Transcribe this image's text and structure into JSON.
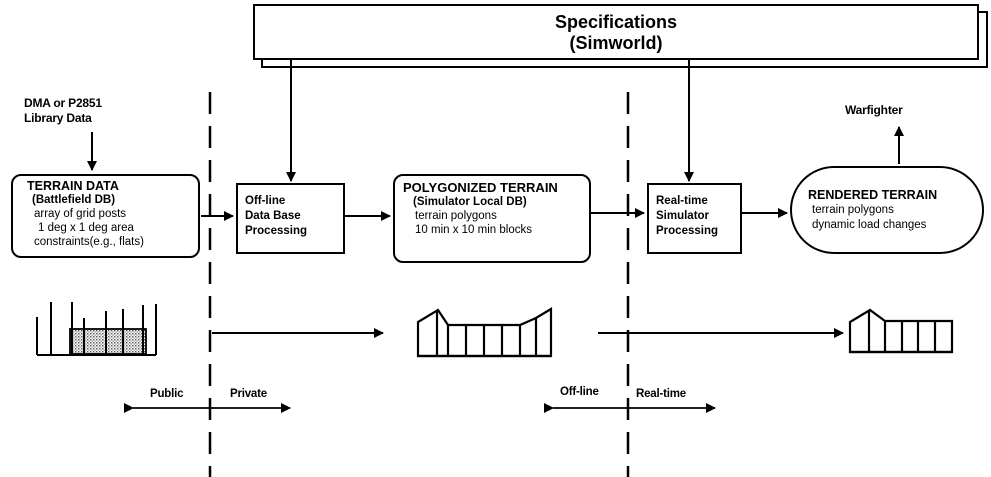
{
  "specifications": {
    "line1": "Specifications",
    "line2": "(Simworld)"
  },
  "source": {
    "line1": "DMA or P2851",
    "line2": "Library Data"
  },
  "warfighter": "Warfighter",
  "terrain_data": {
    "title": "TERRAIN DATA",
    "subtitle": "(Battlefield DB)",
    "line1": "array of grid posts",
    "line2": "1 deg x 1 deg area",
    "line3": "constraints(e.g., flats)"
  },
  "offline_processing": {
    "line1": "Off-line",
    "line2": "Data Base",
    "line3": "Processing"
  },
  "polygonized_terrain": {
    "title": "POLYGONIZED TERRAIN",
    "subtitle": "(Simulator Local DB)",
    "line1": "terrain polygons",
    "line2": "10 min x 10 min blocks"
  },
  "realtime_processing": {
    "line1": "Real-time",
    "line2": "Simulator",
    "line3": "Processing"
  },
  "rendered_terrain": {
    "title": "RENDERED TERRAIN",
    "line1": "terrain polygons",
    "line2": "dynamic load changes"
  },
  "boundaries": {
    "public": "Public",
    "private": "Private",
    "offline": "Off-line",
    "realtime": "Real-time"
  }
}
